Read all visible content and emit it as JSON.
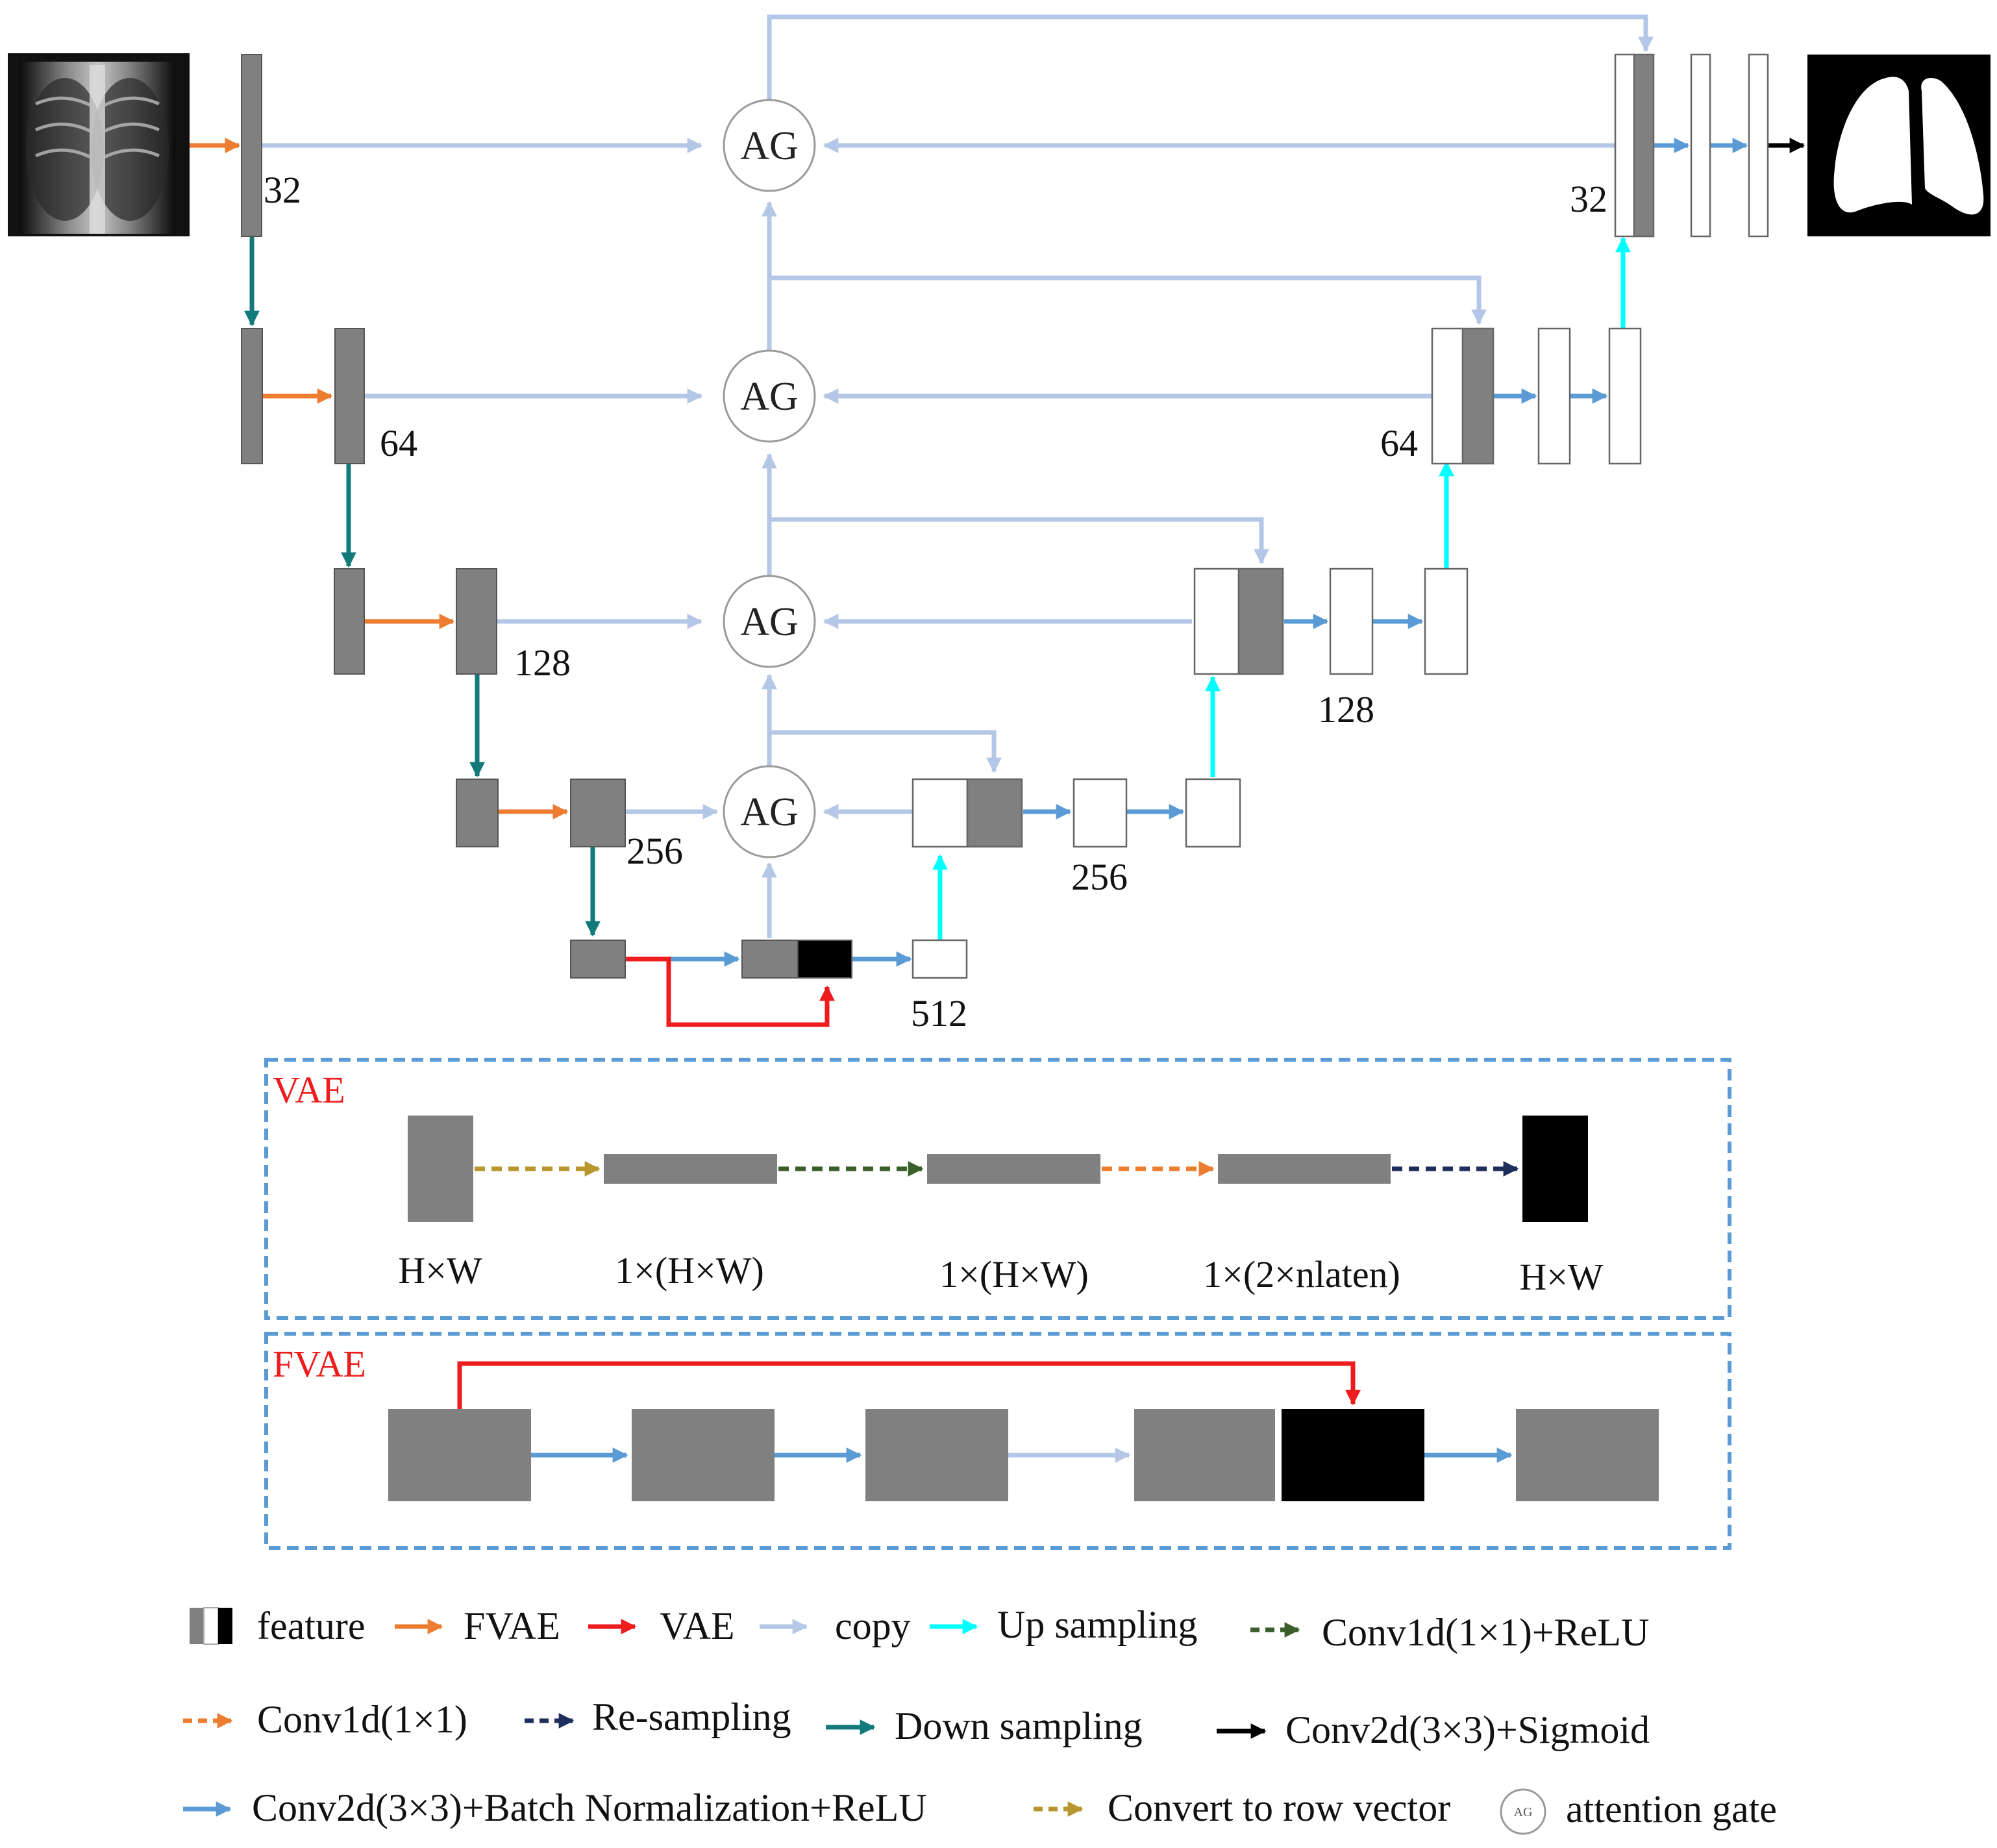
{
  "channels": {
    "enc1": "32",
    "enc2": "64",
    "enc3": "128",
    "enc4": "256",
    "dec1": "32",
    "dec2": "64",
    "dec3": "128",
    "dec4": "256",
    "bottleneck": "512"
  },
  "attention_gate_label": "AG",
  "vae_panel": {
    "title": "VAE",
    "labels": [
      "H×W",
      "1×(H×W)",
      "1×(H×W)",
      "1×(2×nlaten)",
      "H×W"
    ]
  },
  "fvae_panel": {
    "title": "FVAE"
  },
  "legend": {
    "feature": "feature",
    "fvae": "FVAE",
    "vae": "VAE",
    "copy": "copy",
    "upsampling": "Up sampling",
    "conv1d_relu": "Conv1d(1×1)+ReLU",
    "conv1d": "Conv1d(1×1)",
    "resampling": "Re-sampling",
    "downsampling": "Down sampling",
    "conv2d_sigmoid": "Conv2d(3×3)+Sigmoid",
    "conv2d_bn_relu": "Conv2d(3×3)+Batch Normalization+ReLU",
    "row_vector": "Convert to row vector",
    "attention_gate": "attention gate",
    "attention_gate_icon_label": "AG"
  },
  "colors": {
    "feature_gray": "#808080",
    "fvae_orange": "#ed7d31",
    "vae_red": "#ee1c1c",
    "copy_lightblue": "#b4c7e7",
    "upsampling_cyan": "#00ffff",
    "conv2d_blue": "#5b9bd5",
    "downsampling_teal": "#127a7a",
    "conv1d_relu_green": "#3a5f2a",
    "conv1d_orange": "#ed7d31",
    "resampling_navy": "#1f2d5c",
    "row_vector_gold": "#b8962e",
    "panel_border": "#5b9bd5"
  }
}
